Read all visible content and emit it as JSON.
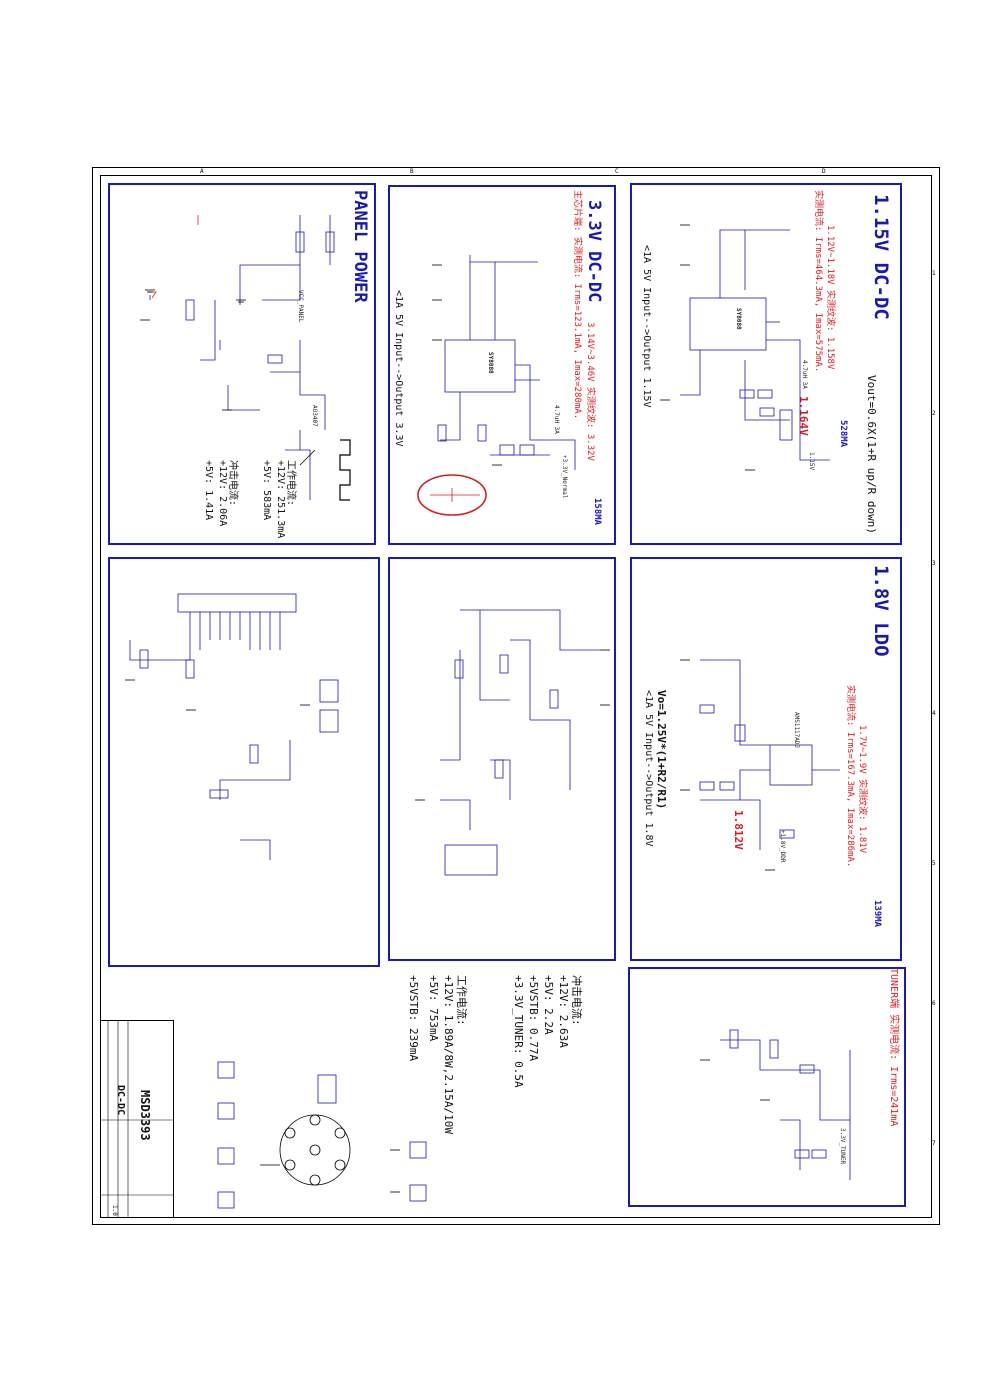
{
  "sheet": {
    "ruler_letters": [
      "A",
      "B",
      "C",
      "D"
    ],
    "ruler_numbers": [
      "1",
      "2",
      "3",
      "4",
      "5",
      "6",
      "7"
    ]
  },
  "dc115": {
    "title": "1.15V DC-DC",
    "formula": "Vout=0.6X(1+R up/R down)",
    "max_current": "528MA",
    "measured_voltage": "1.12V~1.18V 实测纹波: 1.158V",
    "measured_current": "实测电流: Irms=464.3mA, Imax=575mA.",
    "note": "<1A 5V Input-->Output 1.15V",
    "chip": "SY8088",
    "inductor": "4.7uH 3A",
    "output_volt": "1.164V",
    "rail": "1.15V"
  },
  "dc33": {
    "title": "3.3V DC-DC",
    "measured_voltage": "3.14V~3.46V 实测纹波: 3.32V",
    "measured_current": "主芯片端: 实测电流: Irms=123.1mA, Imax=280mA.",
    "max_current": "158MA",
    "note": "<1A 5V Input-->Output 3.3V",
    "chip": "SY8088",
    "inductor": "4.7uH 3A",
    "rail": "+3.3V_Normal"
  },
  "panel": {
    "title": "PANEL POWER",
    "work_current_label": "工作电流:",
    "work_current_12v": "+12V: 251.3mA",
    "work_current_5v": "+5V: 583mA",
    "impulse_label": "冲击电流:",
    "impulse_12v": "+12V: 2.06A",
    "impulse_5v": "+5V: 1.41A",
    "net_vcc": "VCC_PANEL",
    "mosfet": "AO3407"
  },
  "ldo18": {
    "title": "1.8V LDO",
    "formula": "Vo=1.25V*(1+R2/R1)",
    "note": "<1A 5V Input-->Output 1.8V",
    "measured_voltage": "1.7V~1.9V 实测纹波: 1.81V",
    "measured_current": "实测电流: Irms=167.3mA, Imax=286mA.",
    "max_current": "139MA",
    "chip": "AMS1117ADJ",
    "output_volt": "1.812V",
    "rail": "+1.8V_DDR"
  },
  "tuner": {
    "title": "TUNER端 实测电流: Irms=241mA",
    "net": "3.3V_TUNER"
  },
  "summary": {
    "impulse_label": "冲击电流:",
    "impulse_12v": "+12V: 2.63A",
    "impulse_5v": "+5V: 2.2A",
    "impulse_5vstb": "+5VSTB: 0.77A",
    "impulse_tuner": "+3.3V_TUNER: 0.5A",
    "work_label": "工作电流:",
    "work_12v": "+12V: 1.89A/8W,2.15A/10W",
    "work_5v": "+5V: 753mA",
    "work_5vstb": "+5VSTB: 239mA"
  },
  "titleblock": {
    "project": "MSD3393",
    "sheet_title": "DC-DC",
    "rev": "1.0"
  },
  "colors": {
    "frame": "#1a1aa8",
    "note_red": "#d42020",
    "highlight_circle": "#d42020"
  }
}
